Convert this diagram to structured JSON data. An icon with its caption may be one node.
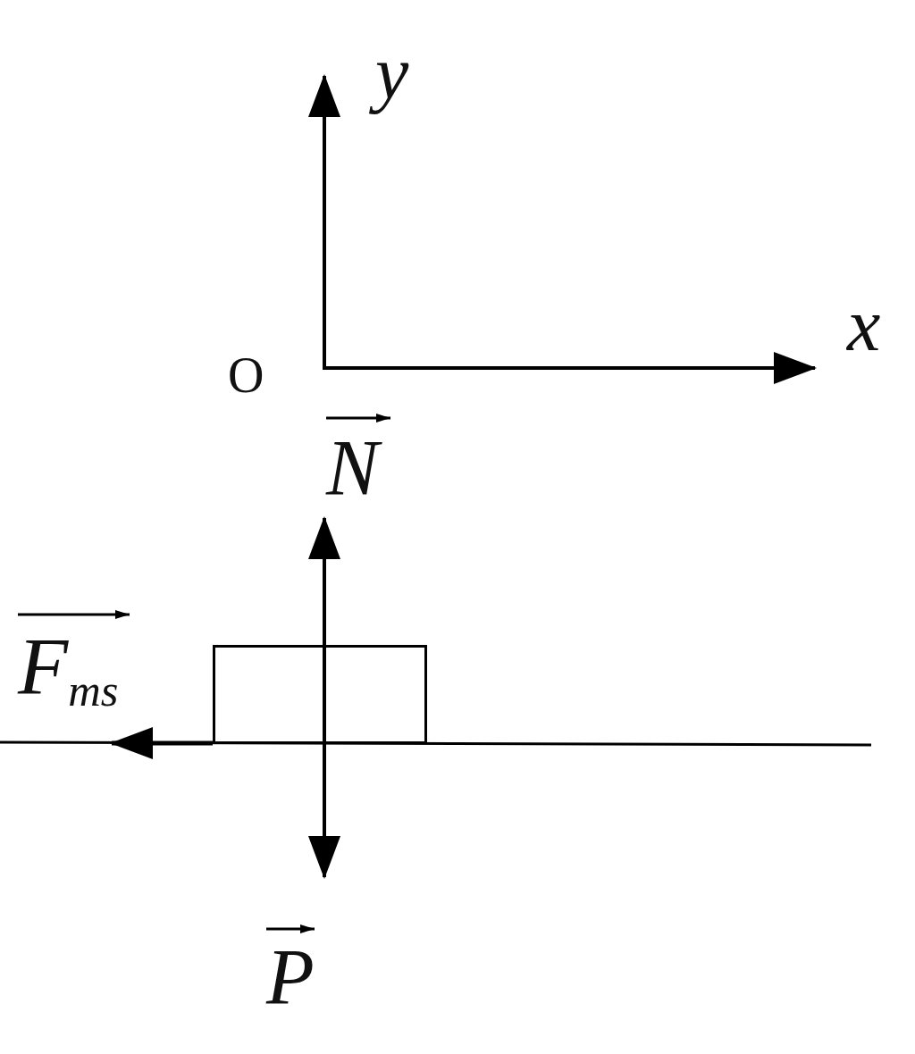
{
  "diagram": {
    "nodes": [
      {
        "text": [],
        "shape": "box"
      }
    ],
    "labels": [
      "y",
      "x",
      "O",
      "N",
      "F$_{ms}$",
      "P"
    ]
  }
}
